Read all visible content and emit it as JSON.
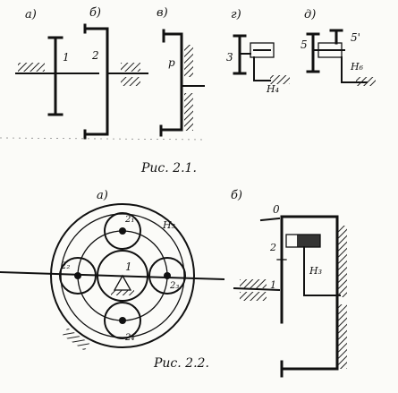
{
  "figure_1": {
    "caption": "Рис. 2.1.",
    "panels": [
      {
        "letter": "а)",
        "labels": [
          "1"
        ]
      },
      {
        "letter": "б)",
        "labels": [
          "2"
        ]
      },
      {
        "letter": "в)",
        "labels": [
          "р"
        ]
      },
      {
        "letter": "г)",
        "labels": [
          "3",
          "H₄"
        ]
      },
      {
        "letter": "д)",
        "labels": [
          "5",
          "5'",
          "H₆"
        ]
      }
    ]
  },
  "figure_2": {
    "caption": "Рис. 2.2.",
    "panels": [
      {
        "letter": "а)",
        "labels": [
          "H₃",
          "1",
          "2₁",
          "2₂",
          "2₃",
          "2₄"
        ]
      },
      {
        "letter": "б)",
        "labels": [
          "0",
          "2",
          "1",
          "H₃"
        ]
      }
    ]
  },
  "colors": {
    "ink": "#111111",
    "paper": "#fbfbf8",
    "hatch": "#222222"
  }
}
